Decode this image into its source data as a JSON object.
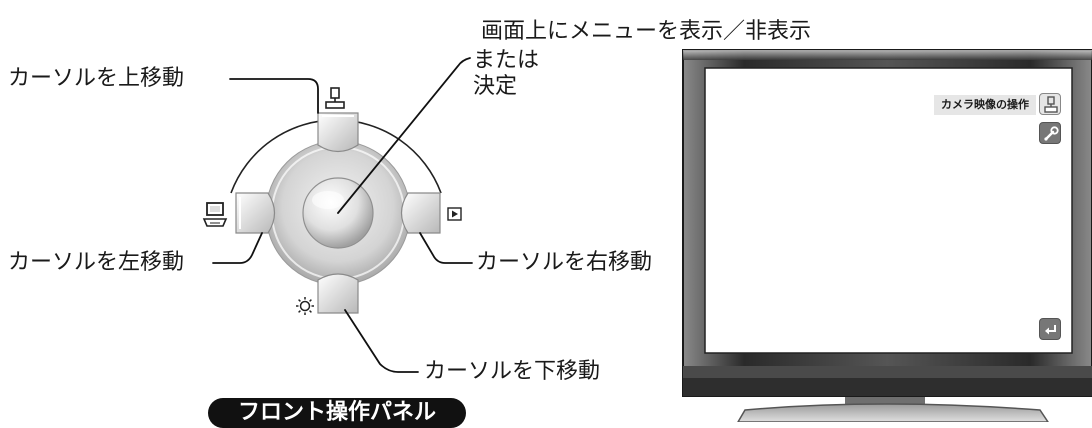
{
  "labels": {
    "menu_toggle": "画面上にメニューを表示／非表示",
    "or_confirm": "または\n決定",
    "cursor_up": "カーソルを上移動",
    "cursor_left": "カーソルを左移動",
    "cursor_right": "カーソルを右移動",
    "cursor_down": "カーソルを下移動"
  },
  "panel_caption": "フロント操作パネル",
  "tv_screen": {
    "menu_label": "カメラ映像の操作",
    "icons": [
      "camera-icon",
      "wrench-icon",
      "return-icon"
    ]
  },
  "panel_icons": [
    "camera-icon",
    "computer-icon",
    "play-icon",
    "brightness-icon"
  ]
}
